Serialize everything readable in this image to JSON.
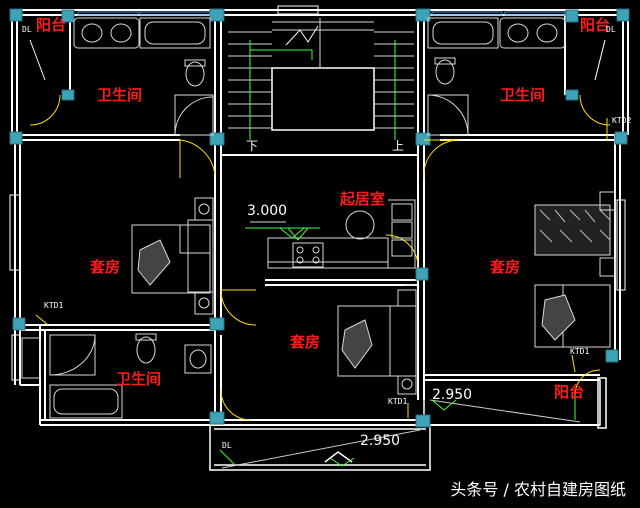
{
  "rooms": {
    "balcony_top_left": "阳台",
    "balcony_top_right": "阳台",
    "bath_top_left": "卫生间",
    "bath_top_right": "卫生间",
    "suite_left": "套房",
    "suite_right": "套房",
    "suite_center": "套房",
    "living": "起居室",
    "bath_bottom_left": "卫生间",
    "balcony_bottom_right": "阳台"
  },
  "labels": {
    "stair_down": "下",
    "stair_up": "上",
    "elev_living": "3.000",
    "elev_balcony": "2.950",
    "elev_bottom": "2.950"
  },
  "tags": {
    "dl_tl": "DL",
    "dl_tr": "DL",
    "dl_bottom": "DL",
    "ktd2": "KTD2",
    "ktd1_left": "KTD1",
    "ktd1_right": "KTD1",
    "ktd1_center": "KTD1"
  },
  "watermark": "头条号 / 农村自建房图纸",
  "colors": {
    "background": "#000000",
    "wall": "#ffffff",
    "column": "#3fa3b8",
    "room_label": "#ff1a1a",
    "window": "#4a8fd8",
    "fixture": "#d8d8d8",
    "green": "#3cff3c",
    "yellow": "#ffe000"
  }
}
